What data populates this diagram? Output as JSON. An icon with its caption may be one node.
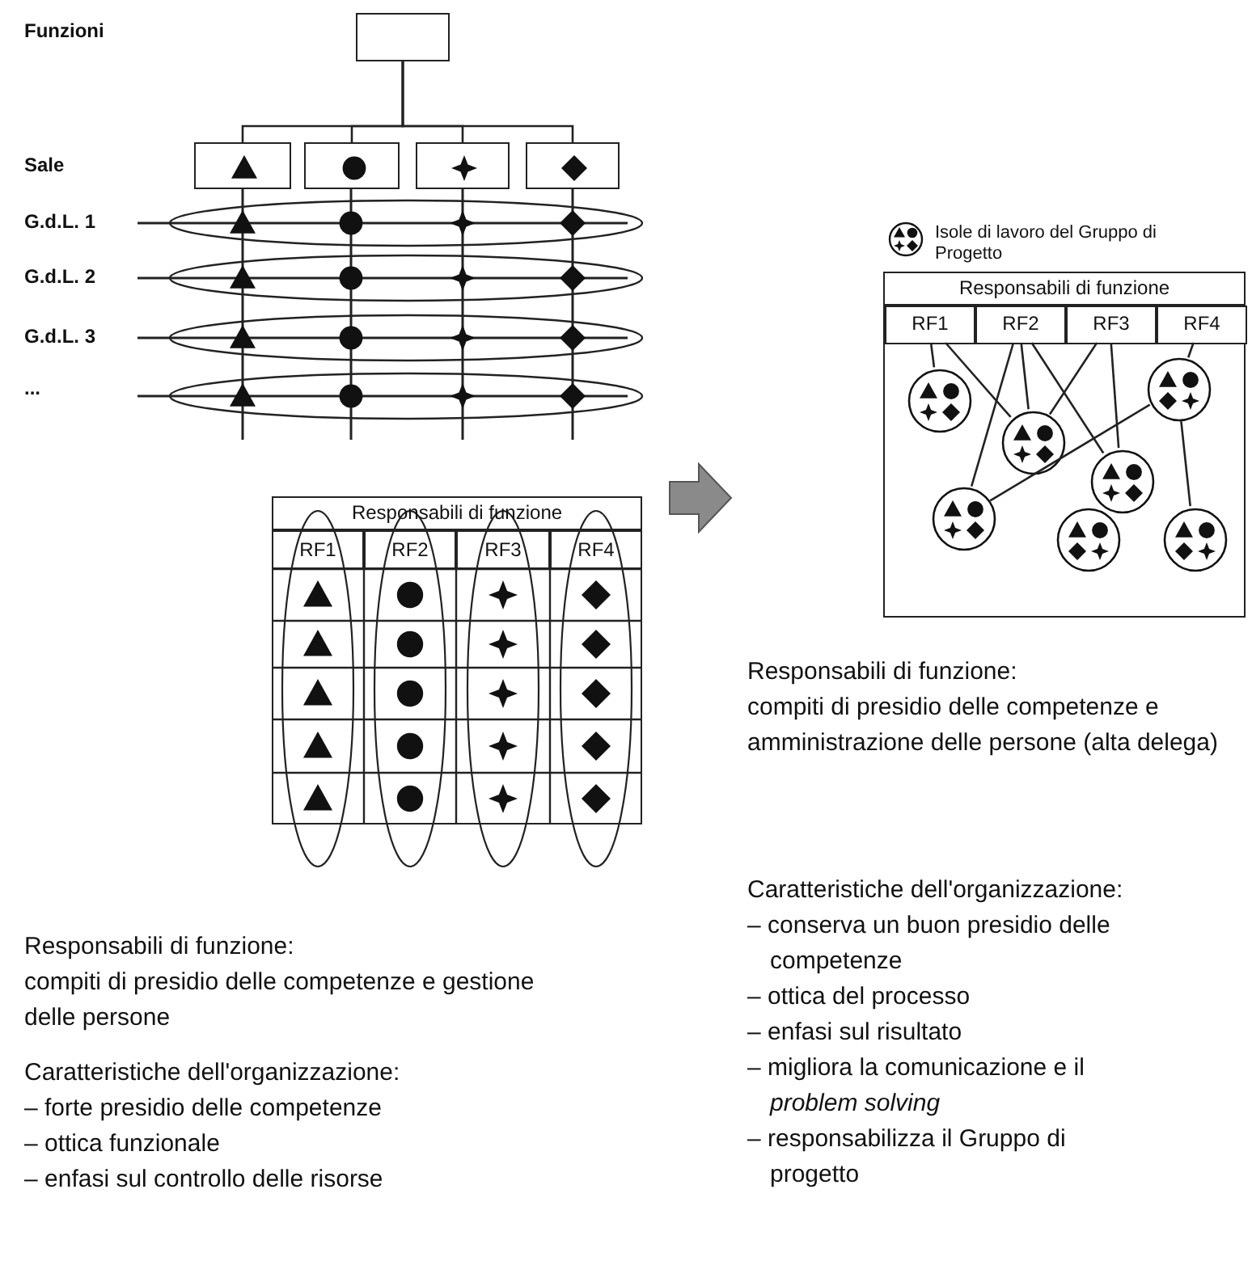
{
  "diagram": {
    "nodes": [
      {
        "text": [],
        "shape": "box"
      },
      {
        "text": [],
        "shape": "box"
      },
      {
        "text": [],
        "shape": "box"
      },
      {
        "text": [],
        "shape": "box"
      },
      {
        "text": [],
        "shape": "box"
      },
      {
        "text": [
          "Responsabili di funzione"
        ]
      },
      {
        "text": [
          "RF1"
        ],
        "in": 5
      },
      {
        "text": [
          "RF2"
        ],
        "in": 5
      },
      {
        "text": [
          "RF3"
        ],
        "in": 5
      },
      {
        "text": [
          "RF4"
        ],
        "in": 5
      },
      {
        "text": [],
        "shape": "circle",
        "in": 5
      },
      {
        "text": [],
        "shape": "circle",
        "in": 5
      },
      {
        "text": [],
        "shape": "circle",
        "in": 5
      },
      {
        "text": [],
        "shape": "circle",
        "in": 5
      },
      {
        "text": [],
        "shape": "circle",
        "in": 5
      },
      {
        "text": [],
        "shape": "circle",
        "in": 5
      },
      {
        "text": [],
        "shape": "circle",
        "in": 5
      }
    ],
    "edges": [
      {
        "from": 0,
        "to": 1,
        "arrow": "none"
      },
      {
        "from": 0,
        "to": 2,
        "arrow": "none"
      },
      {
        "from": 0,
        "to": 3,
        "arrow": "none"
      },
      {
        "from": 0,
        "to": 4,
        "arrow": "none"
      },
      {
        "from": 6,
        "to": 10,
        "arrow": "none"
      },
      {
        "from": 6,
        "to": 12,
        "arrow": "none"
      },
      {
        "from": 7,
        "to": 12,
        "arrow": "none"
      },
      {
        "from": 7,
        "to": 14,
        "arrow": "none"
      },
      {
        "from": 7,
        "to": 13,
        "arrow": "none"
      },
      {
        "from": 8,
        "to": 12,
        "arrow": "none"
      },
      {
        "from": 8,
        "to": 13,
        "arrow": "none"
      },
      {
        "from": 9,
        "to": 11,
        "arrow": "none"
      },
      {
        "from": 11,
        "to": 16,
        "arrow": "none"
      },
      {
        "from": 14,
        "to": 11,
        "arrow": "none"
      }
    ],
    "labels": [
      "Funzioni",
      "Sale",
      "G.d.L. 1",
      "G.d.L. 2",
      "G.d.L. 3",
      "...",
      "Responsabili di funzione",
      "RF1",
      "RF2",
      "RF3",
      "RF4",
      "Responsabili di funzione:",
      "compiti di presidio delle competenze e gestione delle persone",
      "Caratteristiche dell'organizzazione:",
      "– forte presidio delle competenze",
      "– ottica funzionale",
      "– enfasi sul controllo delle risorse",
      "Responsabili di funzione:",
      "compiti di presidio delle competenze e amministrazione delle persone (alta delega)",
      "Caratteristiche dell'organizzazione:",
      "– conserva un buon presidio delle competenze",
      "– ottica del processo",
      "– enfasi sul risultato",
      "– migliora la comunicazione e il *problem solving*",
      "– responsabilizza il Gruppo di progetto"
    ],
    "legend": [
      {
        "text": "Isole di lavoro del Gruppo di Progetto"
      }
    ]
  }
}
